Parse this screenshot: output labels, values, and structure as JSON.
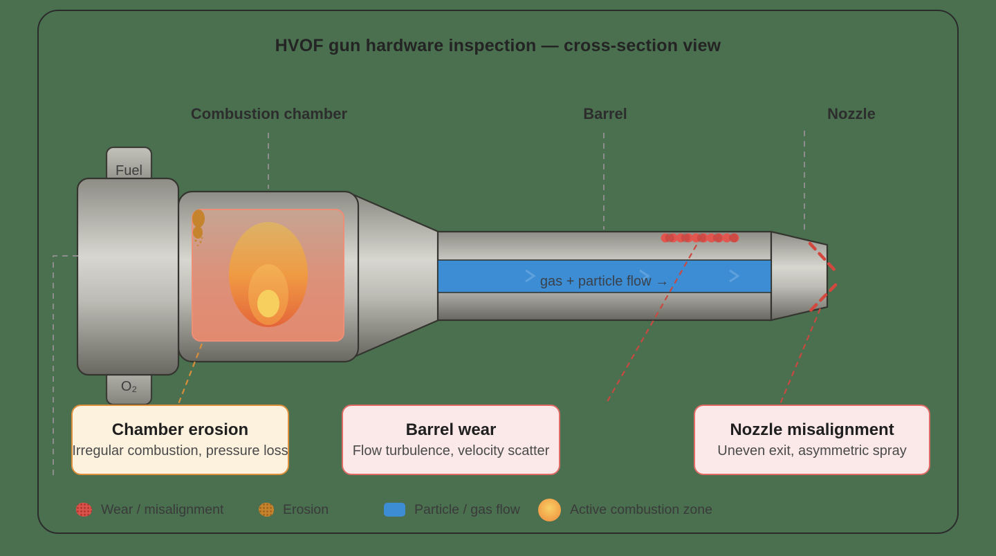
{
  "title": "HVOF gun hardware inspection — cross-section view",
  "sections": {
    "combustion_chamber": "Combustion chamber",
    "barrel": "Barrel",
    "nozzle": "Nozzle"
  },
  "ports": {
    "fuel": "Fuel",
    "oxygen": "O₂"
  },
  "flow_label": "gas + particle flow →",
  "callouts": [
    {
      "title": "Chamber erosion",
      "subtitle": "Irregular combustion, pressure loss"
    },
    {
      "title": "Barrel wear",
      "subtitle": "Flow turbulence, velocity scatter"
    },
    {
      "title": "Nozzle misalignment",
      "subtitle": "Uneven exit, asymmetric spray"
    }
  ],
  "legend": [
    {
      "label": "Wear / misalignment",
      "color": "#d9534a"
    },
    {
      "label": "Erosion",
      "color": "#c5832e"
    },
    {
      "label": "Particle / gas flow",
      "color": "#3d8dd4"
    },
    {
      "label": "Active combustion zone",
      "color": "#f09b44"
    }
  ],
  "colors": {
    "background": "#4a7050",
    "frame_border": "#2b2b2b",
    "metal_light": "#d7d7d0",
    "metal_dark": "#686861",
    "outline": "#35352f",
    "chamber_salmon": "#e28a70",
    "flame_orange": "#f09b44",
    "flame_core": "#f6cf5e",
    "flow_blue": "#3d8dd4",
    "wear_red": "#d9534a",
    "erosion_ochre": "#c5832e",
    "callout_cream_bg": "#fdf2de",
    "callout_cream_border": "#dd8f3c",
    "callout_pink_bg": "#fbe8e9",
    "callout_pink_border": "#e06a66"
  }
}
